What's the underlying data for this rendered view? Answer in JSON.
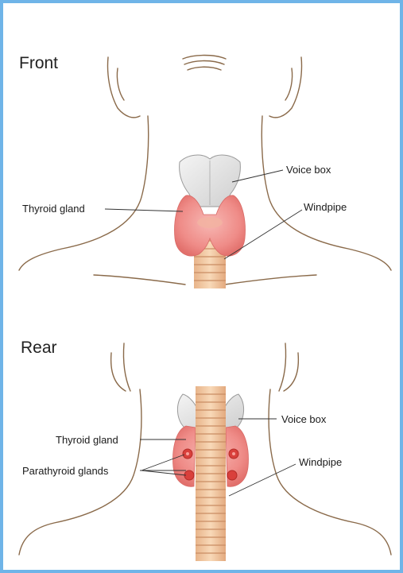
{
  "front": {
    "title": "Front",
    "labels": {
      "voice_box": "Voice box",
      "thyroid_gland": "Thyroid gland",
      "windpipe": "Windpipe"
    }
  },
  "rear": {
    "title": "Rear",
    "labels": {
      "voice_box": "Voice box",
      "thyroid_gland": "Thyroid gland",
      "parathyroid_glands": "Parathyroid glands",
      "windpipe": "Windpipe"
    }
  },
  "colors": {
    "frame_border": "#6fb4e8",
    "skin_outline": "#8a6a4a",
    "thyroid": "#f08c8c",
    "parathyroid": "#d9403c",
    "cartilage": "#e0e0e0",
    "trachea": "#f2c89e"
  }
}
